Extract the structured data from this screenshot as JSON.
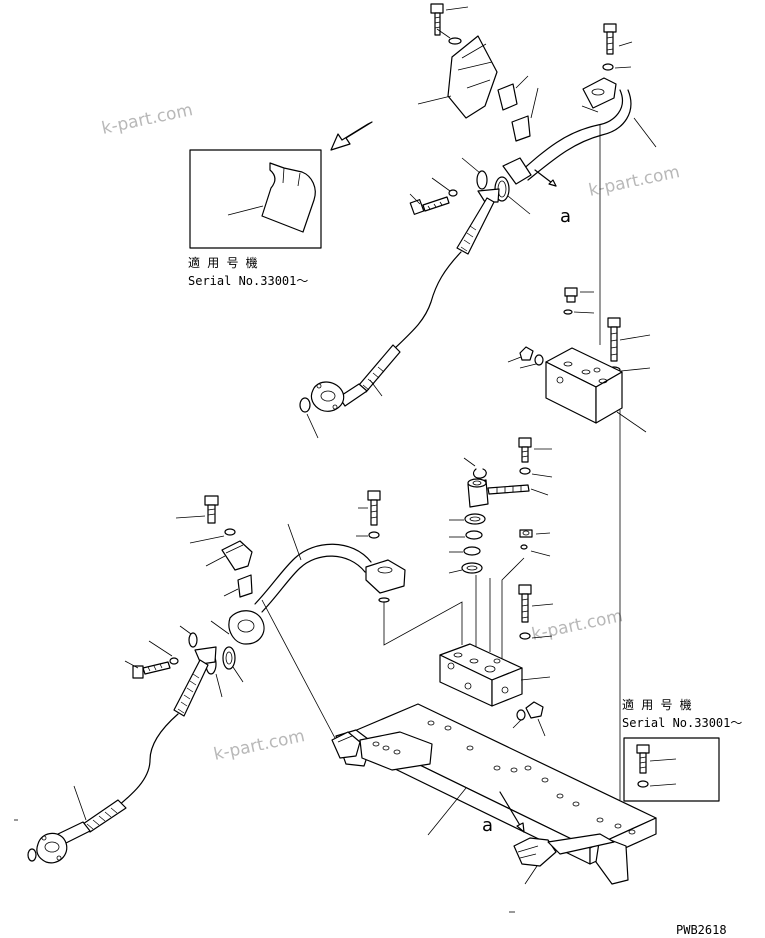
{
  "inset_top": {
    "applicable_label": "適 用 号 機",
    "serial_label": "Serial No.33001～"
  },
  "inset_right": {
    "applicable_label": "適 用 号 機",
    "serial_label": "Serial No.33001～"
  },
  "reference_marks": {
    "upper": "a",
    "lower": "a"
  },
  "watermarks": [
    "k-part.com",
    "k-part.com",
    "k-part.com",
    "k-part.com"
  ],
  "drawing_code": "PWB2618"
}
